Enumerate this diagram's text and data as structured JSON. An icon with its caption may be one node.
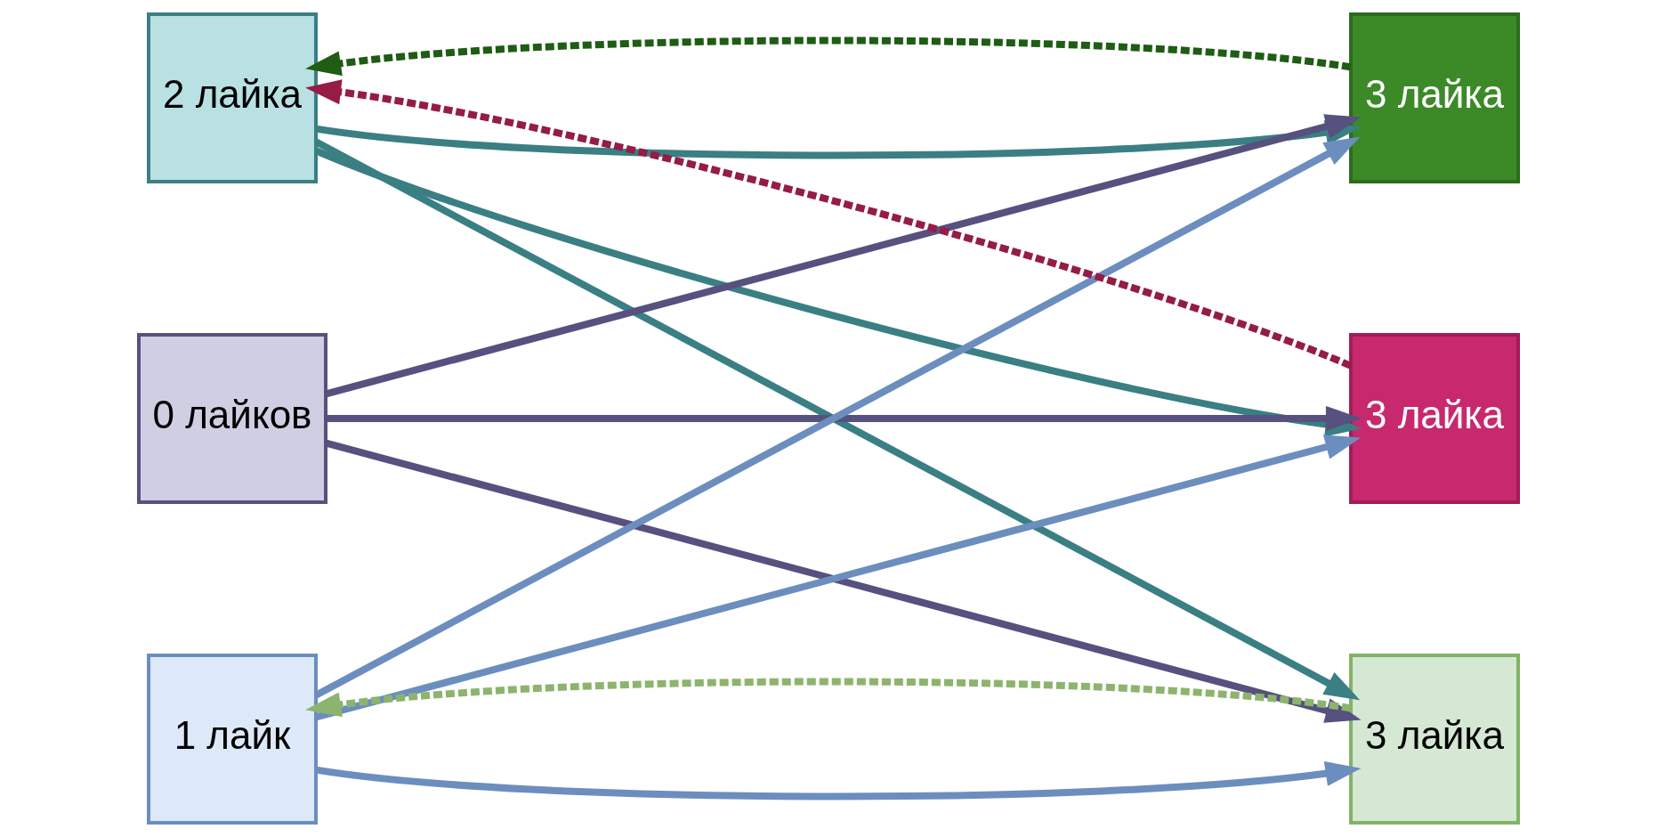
{
  "diagram": {
    "nodes": [
      {
        "text": [
          "2 лайка"
        ]
      },
      {
        "text": [
          "0 лайков"
        ]
      },
      {
        "text": [
          "1 лайк"
        ]
      },
      {
        "text": [
          "3 лайка"
        ]
      },
      {
        "text": [
          "3 лайка"
        ]
      },
      {
        "text": [
          "3 лайка"
        ]
      }
    ],
    "edges": [
      {
        "from": 0,
        "to": 3,
        "arrow": "to",
        "color": "#3a7f84"
      },
      {
        "from": 0,
        "to": 4,
        "arrow": "to",
        "color": "#3a7f84"
      },
      {
        "from": 0,
        "to": 5,
        "arrow": "to",
        "color": "#3a7f84"
      },
      {
        "from": 1,
        "to": 3,
        "arrow": "to",
        "color": "#56517e"
      },
      {
        "from": 1,
        "to": 4,
        "arrow": "to",
        "color": "#56517e"
      },
      {
        "from": 1,
        "to": 5,
        "arrow": "to",
        "color": "#56517e"
      },
      {
        "from": 2,
        "to": 3,
        "arrow": "to",
        "color": "#6c8ebf"
      },
      {
        "from": 2,
        "to": 4,
        "arrow": "to",
        "color": "#6c8ebf"
      },
      {
        "from": 2,
        "to": 5,
        "arrow": "to",
        "color": "#6c8ebf"
      },
      {
        "from": 3,
        "to": 0,
        "arrow": "to",
        "style": "dashed",
        "color": "#1f5c14"
      },
      {
        "from": 4,
        "to": 0,
        "arrow": "to",
        "style": "dashed",
        "color": "#951c45"
      },
      {
        "from": 5,
        "to": 2,
        "arrow": "to",
        "style": "dashed",
        "color": "#8db46e"
      }
    ]
  }
}
